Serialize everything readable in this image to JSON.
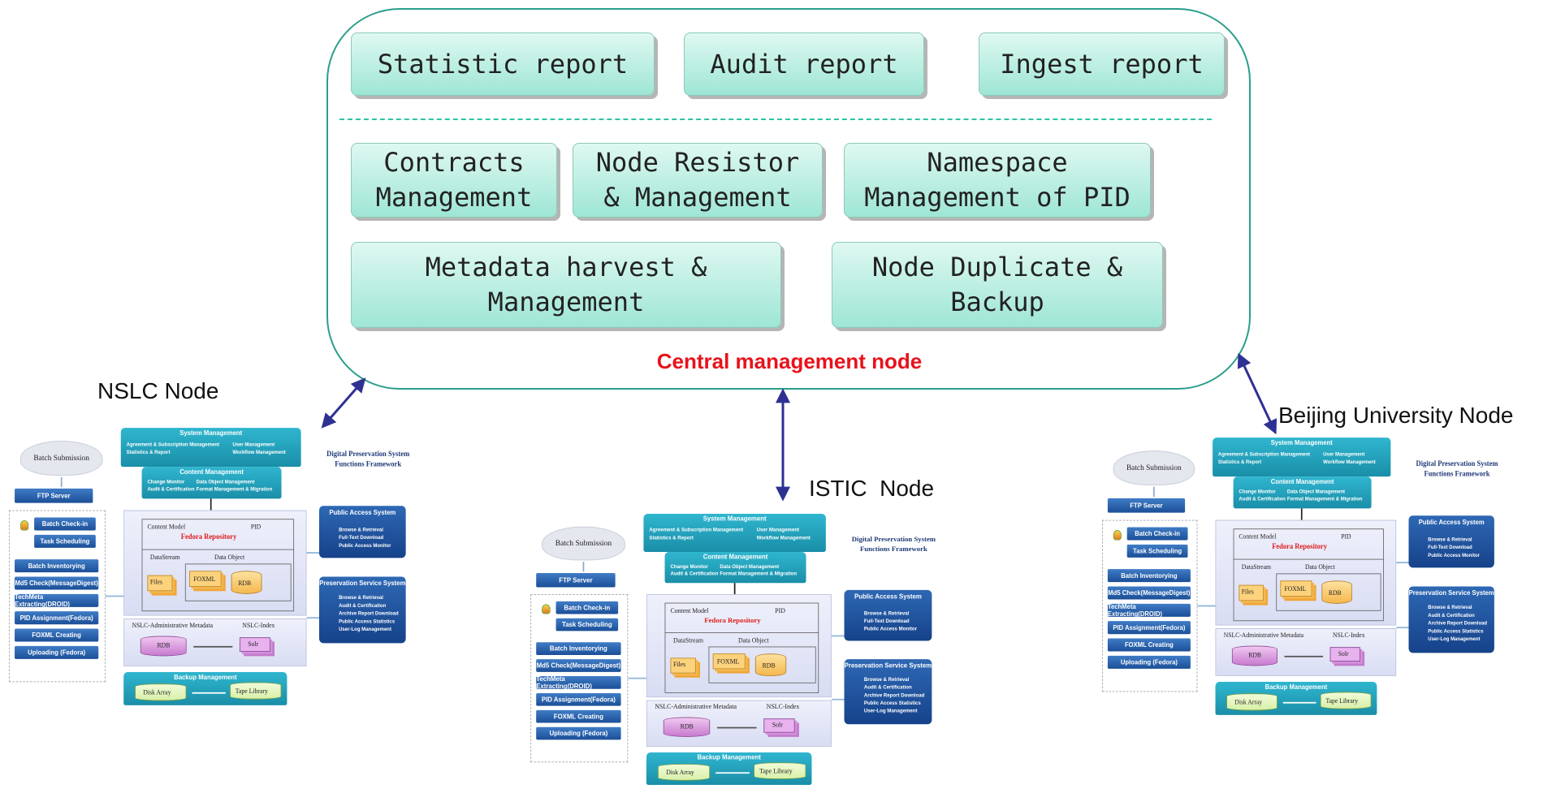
{
  "central": {
    "title": "Central management node",
    "reports": [
      "Statistic report",
      "Audit report",
      "Ingest report"
    ],
    "modules": [
      "Contracts\nManagement",
      "Node Resistor\n& Management",
      "Namespace\nManagement of PID",
      "Metadata harvest &\nManagement",
      "Node Duplicate &\nBackup"
    ]
  },
  "nodes": {
    "nslc": "NSLC Node",
    "istic": "ISTIC  Node",
    "beijing": "Beijing University Node"
  },
  "framework": {
    "batch_submission": "Batch Submission",
    "ftp_server": "FTP Server",
    "workflow": [
      "Batch Check-in",
      "Task Scheduling",
      "Batch Inventorying",
      "Md5 Check(MessageDigest)",
      "TechMeta Extracting(DROID)",
      "PID Assignment(Fedora)",
      "FOXML Creating",
      "Uploading (Fedora)"
    ],
    "system_management": {
      "title": "System Management",
      "items": [
        "Agreement & Subscription Management",
        "User Management",
        "Statistics & Report",
        "Workflow Management"
      ]
    },
    "content_management": {
      "title": "Content Management",
      "items": [
        "Change Monitor",
        "Data Object Management",
        "Audit & Certification",
        "Format Management & Migration"
      ]
    },
    "repository": {
      "content_model": "Content Model",
      "pid": "PID",
      "title": "Fedora Repository",
      "datastream": "DataStream",
      "data_object": "Data Object",
      "files": "Files",
      "foxml": "FOXML",
      "rdb": "RDB"
    },
    "admin": {
      "metadata": "NSLC-Administrative Metadata",
      "index": "NSLC-Index",
      "rdb": "RDB",
      "solr": "Solr"
    },
    "backup": {
      "title": "Backup Management",
      "disk": "Disk Array",
      "tape": "Tape Library"
    },
    "framework_title": "Digital Preservation System\nFunctions Framework",
    "public_access": {
      "title": "Public Access System",
      "items": [
        "Browse & Retrieval",
        "Full-Text Download",
        "Public Access Monitor"
      ]
    },
    "preservation": {
      "title": "Preservation Service System",
      "items": [
        "Browse & Retrieval",
        "Audit & Certification",
        "Archive Report Download",
        "Public Access Statistics",
        "User-Log Management"
      ]
    }
  },
  "colors": {
    "central_border": "#2a9e8a",
    "module_fill": "#9ee6d5",
    "title_red": "#e8121b",
    "link_arrow": "#2e3192"
  }
}
